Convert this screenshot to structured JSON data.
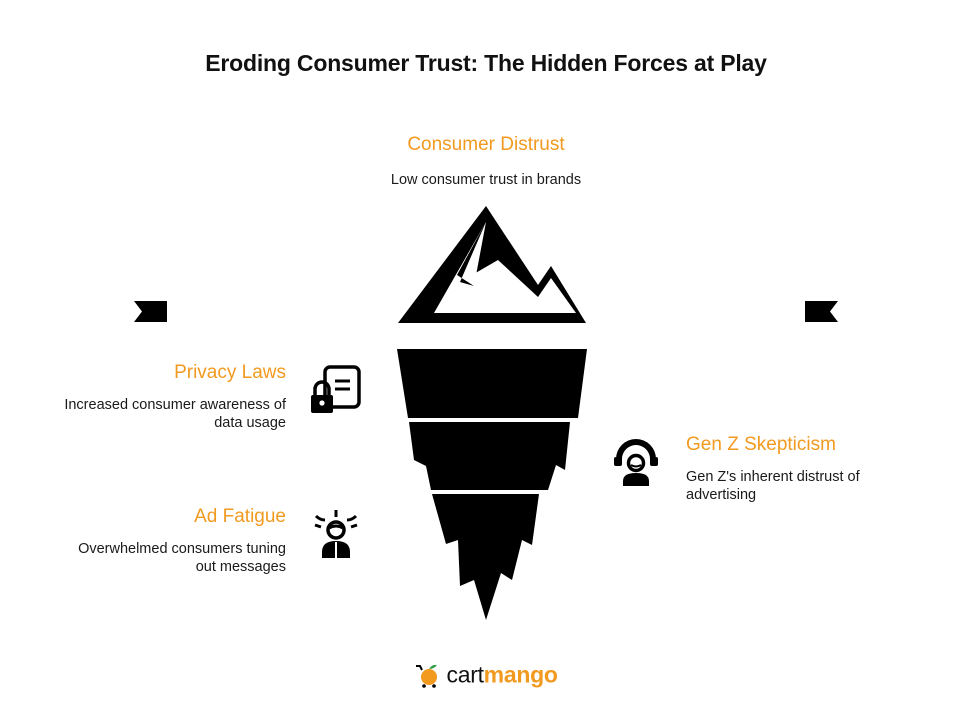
{
  "title": "Eroding Consumer Trust: The Hidden Forces at Play",
  "colors": {
    "accent": "#f29a1f",
    "ink": "#000000",
    "text": "#1a1a1a"
  },
  "top": {
    "heading": "Consumer Distrust",
    "description": "Low consumer trust in brands"
  },
  "left": [
    {
      "heading": "Privacy Laws",
      "description_lines": [
        "Increased consumer awareness of",
        "data usage"
      ],
      "icon": "lock-document-icon"
    },
    {
      "heading": "Ad Fatigue",
      "description_lines": [
        "Overwhelmed consumers tuning",
        "out messages"
      ],
      "icon": "stressed-person-icon"
    }
  ],
  "right": [
    {
      "heading": "Gen Z Skepticism",
      "description_lines": [
        "Gen Z's inherent distrust of",
        "advertising"
      ],
      "icon": "person-doubt-icon"
    }
  ],
  "logo": {
    "part1": "cart",
    "part2": "mango"
  }
}
